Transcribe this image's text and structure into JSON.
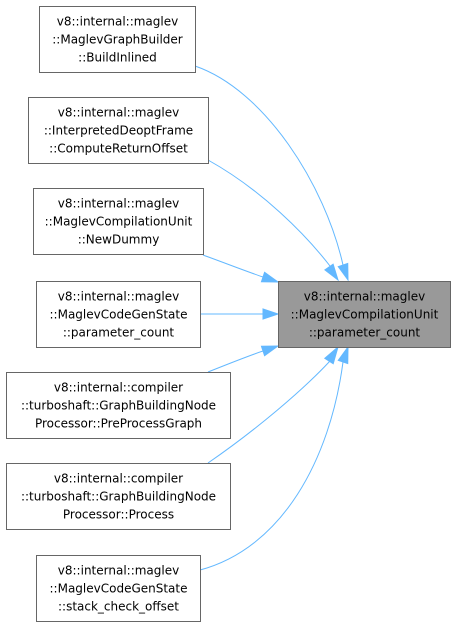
{
  "diagram": {
    "target": {
      "lines": [
        "v8::internal::maglev",
        "::MaglevCompilationUnit",
        "::parameter_count"
      ]
    },
    "callers": [
      {
        "lines": [
          "v8::internal::maglev",
          "::MaglevGraphBuilder",
          "::BuildInlined"
        ]
      },
      {
        "lines": [
          "v8::internal::maglev",
          "::InterpretedDeoptFrame",
          "::ComputeReturnOffset"
        ]
      },
      {
        "lines": [
          "v8::internal::maglev",
          "::MaglevCompilationUnit",
          "::NewDummy"
        ]
      },
      {
        "lines": [
          "v8::internal::maglev",
          "::MaglevCodeGenState",
          "::parameter_count"
        ]
      },
      {
        "lines": [
          "v8::internal::compiler",
          "::turboshaft::GraphBuildingNode",
          "Processor::PreProcessGraph"
        ]
      },
      {
        "lines": [
          "v8::internal::compiler",
          "::turboshaft::GraphBuildingNode",
          "Processor::Process"
        ]
      },
      {
        "lines": [
          "v8::internal::maglev",
          "::MaglevCodeGenState",
          "::stack_check_offset"
        ]
      }
    ],
    "colors": {
      "edge": "#63b8ff",
      "node_border": "#666666",
      "target_fill": "#999999",
      "node_fill": "#ffffff",
      "text": "#000000"
    }
  }
}
